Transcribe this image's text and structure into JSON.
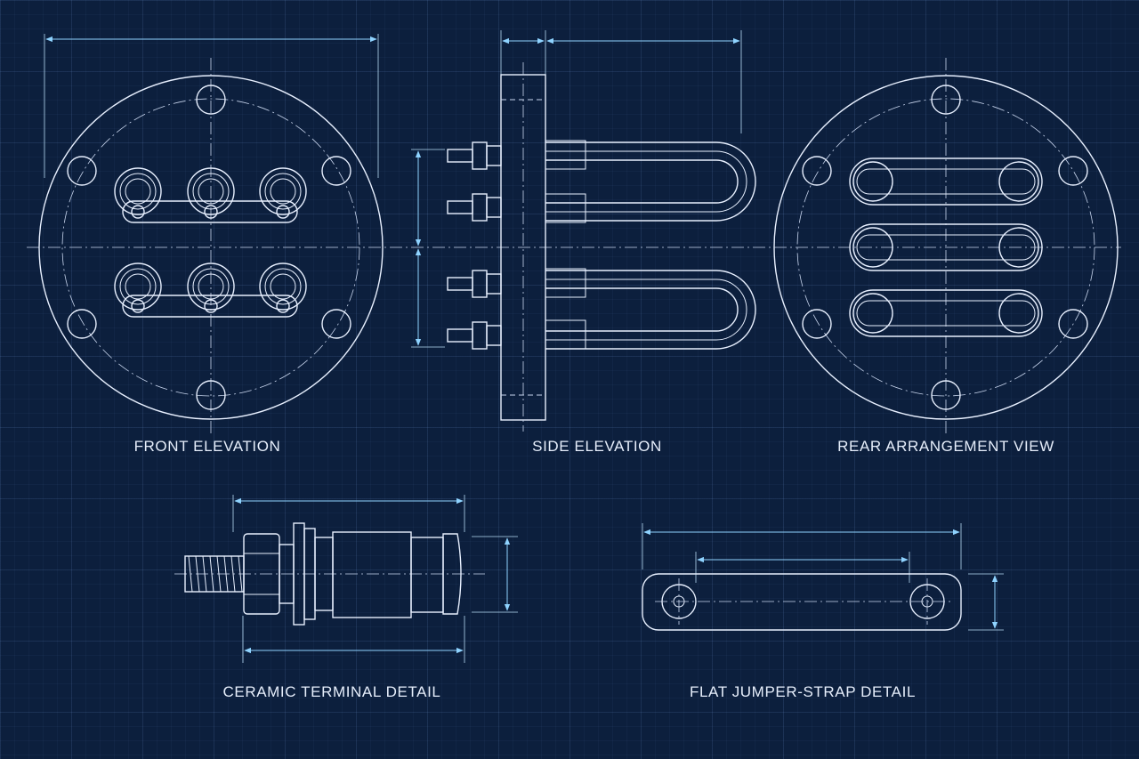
{
  "views": {
    "front": {
      "caption": "FRONT ELEVATION"
    },
    "side": {
      "caption": "SIDE ELEVATION"
    },
    "rear": {
      "caption": "REAR ARRANGEMENT VIEW"
    },
    "terminal": {
      "caption": "CERAMIC TERMINAL DETAIL"
    },
    "strap": {
      "caption": "FLAT JUMPER-STRAP DETAIL"
    }
  },
  "colors": {
    "background": "#0c1f3d",
    "linework": "#e8f0ff",
    "dimension": "#8fd3ff"
  }
}
